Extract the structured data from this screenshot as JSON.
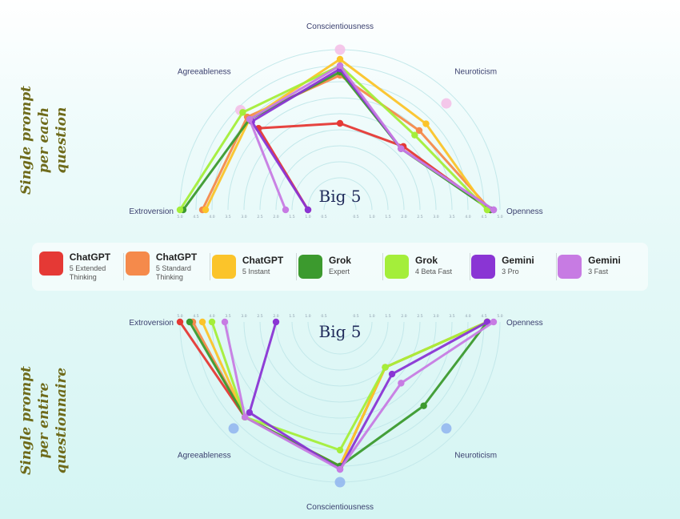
{
  "chart_data": [
    {
      "type": "radar",
      "title": "Big 5",
      "side_label": "Single prompt per each question",
      "axes": [
        "Extroversion",
        "Agreeableness",
        "Conscientiousness",
        "Neuroticism",
        "Openness"
      ],
      "range": [
        0,
        5
      ],
      "ticks": [
        "0.5",
        "1.0",
        "1.5",
        "2.0",
        "2.5",
        "3.0",
        "3.5",
        "4.0",
        "4.5",
        "5.0"
      ],
      "benchmark": [
        null,
        4.4,
        5.0,
        4.7,
        null
      ],
      "series": [
        {
          "name": "ChatGPT 5 Extended Thinking",
          "values": [
            1.0,
            3.6,
            2.7,
            2.8,
            4.7
          ]
        },
        {
          "name": "ChatGPT 5 Standard Thinking",
          "values": [
            4.3,
            4.1,
            4.2,
            3.5,
            4.7
          ]
        },
        {
          "name": "ChatGPT 5 Instant",
          "values": [
            4.2,
            4.0,
            4.7,
            3.8,
            4.6
          ]
        },
        {
          "name": "Grok Expert",
          "values": [
            4.9,
            4.0,
            4.3,
            2.7,
            4.7
          ]
        },
        {
          "name": "Grok 4 Beta Fast",
          "values": [
            5.0,
            4.3,
            4.5,
            3.3,
            4.6
          ]
        },
        {
          "name": "Gemini 3 Pro",
          "values": [
            1.0,
            3.9,
            4.4,
            2.7,
            4.8
          ]
        },
        {
          "name": "Gemini 3 Fast",
          "values": [
            1.7,
            4.0,
            4.5,
            2.7,
            4.8
          ]
        }
      ]
    },
    {
      "type": "radar",
      "title": "Big 5",
      "side_label": "Single prompt per entire questionnaire",
      "axes": [
        "Extroversion",
        "Agreeableness",
        "Conscientiousness",
        "Neuroticism",
        "Openness"
      ],
      "range": [
        0,
        5
      ],
      "ticks": [
        "0.5",
        "1.0",
        "1.5",
        "2.0",
        "2.5",
        "3.0",
        "3.5",
        "4.0",
        "4.5",
        "5.0"
      ],
      "benchmark": [
        null,
        4.7,
        5.0,
        4.7,
        null
      ],
      "series": [
        {
          "name": "ChatGPT 5 Extended Thinking",
          "values": [
            5.0,
            4.2,
            4.5,
            2.0,
            4.6
          ]
        },
        {
          "name": "ChatGPT 5 Standard Thinking",
          "values": [
            4.6,
            4.2,
            4.5,
            2.0,
            4.6
          ]
        },
        {
          "name": "ChatGPT 5 Instant",
          "values": [
            4.3,
            4.2,
            4.5,
            2.0,
            4.6
          ]
        },
        {
          "name": "Grok Expert",
          "values": [
            4.7,
            4.2,
            4.5,
            3.7,
            4.6
          ]
        },
        {
          "name": "Grok 4 Beta Fast",
          "values": [
            4.0,
            4.2,
            4.0,
            2.0,
            4.6
          ]
        },
        {
          "name": "Gemini 3 Pro",
          "values": [
            2.0,
            4.0,
            4.6,
            2.3,
            4.6
          ]
        },
        {
          "name": "Gemini 3 Fast",
          "values": [
            3.6,
            4.2,
            4.6,
            2.7,
            4.8
          ]
        }
      ]
    }
  ],
  "legend": [
    {
      "model": "ChatGPT",
      "variant": "5 Extended\nThinking",
      "color": "#e53935"
    },
    {
      "model": "ChatGPT",
      "variant": "5 Standard\nThinking",
      "color": "#f58a4b"
    },
    {
      "model": "ChatGPT",
      "variant": "5 Instant",
      "color": "#fbc42a"
    },
    {
      "model": "Grok",
      "variant": "Expert",
      "color": "#3c9a2e"
    },
    {
      "model": "Grok",
      "variant": "4 Beta Fast",
      "color": "#a4ee3a"
    },
    {
      "model": "Gemini",
      "variant": "3 Pro",
      "color": "#8a35d4"
    },
    {
      "model": "Gemini",
      "variant": "3 Fast",
      "color": "#c77be3"
    }
  ],
  "colors": {
    "ring": "#c3e8ea",
    "benchmark_top": "#f4bde6",
    "benchmark_bottom": "#8fb4ee",
    "axis_label": "#3a3f6e",
    "title": "#1f2a5a"
  }
}
